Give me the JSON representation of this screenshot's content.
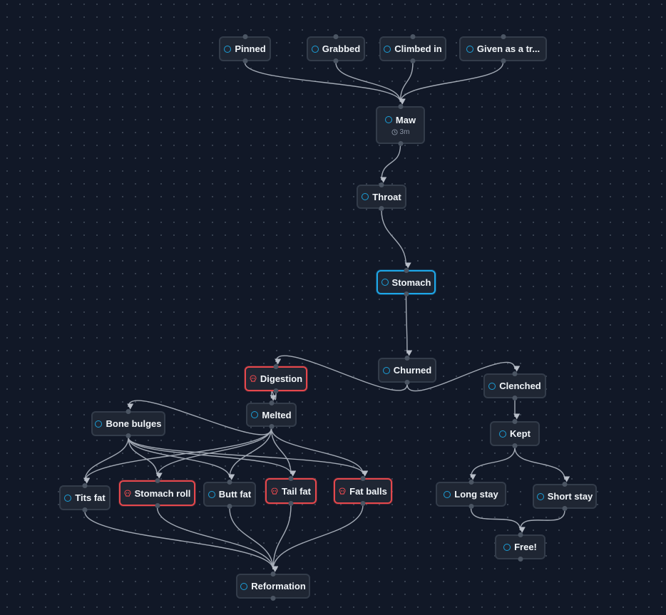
{
  "colors": {
    "background": "#111827",
    "node_bg": "#1f2633",
    "node_border": "#333c4a",
    "accent_blue": "#1ea7e8",
    "danger_red": "#e5484d",
    "edge": "#a3aab5"
  },
  "nodes": {
    "pinned": {
      "label": "Pinned",
      "icon": "circle-icon",
      "variant": "default"
    },
    "grabbed": {
      "label": "Grabbed",
      "icon": "circle-icon",
      "variant": "default"
    },
    "climbed_in": {
      "label": "Climbed in",
      "icon": "circle-icon",
      "variant": "default"
    },
    "given": {
      "label": "Given as a tr...",
      "icon": "circle-icon",
      "variant": "default"
    },
    "maw": {
      "label": "Maw",
      "icon": "circle-icon",
      "variant": "default",
      "timer": "3m"
    },
    "throat": {
      "label": "Throat",
      "icon": "circle-icon",
      "variant": "default"
    },
    "stomach": {
      "label": "Stomach",
      "icon": "circle-icon",
      "variant": "selected"
    },
    "churned": {
      "label": "Churned",
      "icon": "circle-icon",
      "variant": "default"
    },
    "digestion": {
      "label": "Digestion",
      "icon": "skull-icon",
      "variant": "danger"
    },
    "clenched": {
      "label": "Clenched",
      "icon": "circle-icon",
      "variant": "default"
    },
    "melted": {
      "label": "Melted",
      "icon": "circle-icon",
      "variant": "default"
    },
    "kept": {
      "label": "Kept",
      "icon": "circle-icon",
      "variant": "default"
    },
    "bone_bulges": {
      "label": "Bone bulges",
      "icon": "circle-icon",
      "variant": "default"
    },
    "tits_fat": {
      "label": "Tits fat",
      "icon": "circle-icon",
      "variant": "default"
    },
    "stomach_roll": {
      "label": "Stomach roll",
      "icon": "skull-icon",
      "variant": "danger"
    },
    "butt_fat": {
      "label": "Butt fat",
      "icon": "circle-icon",
      "variant": "default"
    },
    "tail_fat": {
      "label": "Tail fat",
      "icon": "skull-icon",
      "variant": "danger"
    },
    "fat_balls": {
      "label": "Fat balls",
      "icon": "skull-icon",
      "variant": "danger"
    },
    "long_stay": {
      "label": "Long stay",
      "icon": "circle-icon",
      "variant": "default"
    },
    "short_stay": {
      "label": "Short stay",
      "icon": "circle-icon",
      "variant": "default"
    },
    "free": {
      "label": "Free!",
      "icon": "circle-icon",
      "variant": "default"
    },
    "reformation": {
      "label": "Reformation",
      "icon": "circle-icon",
      "variant": "default"
    }
  },
  "edges": [
    [
      "pinned",
      "maw"
    ],
    [
      "grabbed",
      "maw"
    ],
    [
      "climbed_in",
      "maw"
    ],
    [
      "given",
      "maw"
    ],
    [
      "maw",
      "throat"
    ],
    [
      "throat",
      "stomach"
    ],
    [
      "stomach",
      "churned"
    ],
    [
      "churned",
      "digestion"
    ],
    [
      "churned",
      "clenched"
    ],
    [
      "digestion",
      "melted"
    ],
    [
      "clenched",
      "kept"
    ],
    [
      "melted",
      "bone_bulges"
    ],
    [
      "melted",
      "tits_fat"
    ],
    [
      "melted",
      "stomach_roll"
    ],
    [
      "melted",
      "butt_fat"
    ],
    [
      "melted",
      "tail_fat"
    ],
    [
      "melted",
      "fat_balls"
    ],
    [
      "bone_bulges",
      "tits_fat"
    ],
    [
      "bone_bulges",
      "stomach_roll"
    ],
    [
      "bone_bulges",
      "butt_fat"
    ],
    [
      "bone_bulges",
      "tail_fat"
    ],
    [
      "bone_bulges",
      "fat_balls"
    ],
    [
      "kept",
      "long_stay"
    ],
    [
      "kept",
      "short_stay"
    ],
    [
      "long_stay",
      "free"
    ],
    [
      "short_stay",
      "free"
    ],
    [
      "tits_fat",
      "reformation"
    ],
    [
      "stomach_roll",
      "reformation"
    ],
    [
      "butt_fat",
      "reformation"
    ],
    [
      "tail_fat",
      "reformation"
    ],
    [
      "fat_balls",
      "reformation"
    ]
  ]
}
